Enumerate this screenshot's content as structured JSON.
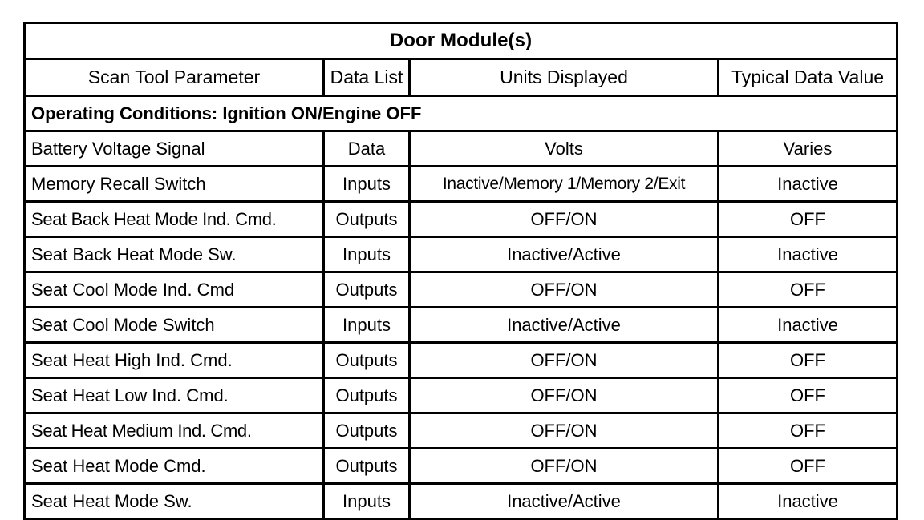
{
  "table": {
    "title": "Door Module(s)",
    "columns": [
      "Scan Tool Parameter",
      "Data List",
      "Units Displayed",
      "Typical Data Value"
    ],
    "section_label": "Operating Conditions: Ignition ON/Engine OFF",
    "rows": [
      {
        "parameter": "Battery Voltage Signal",
        "data_list": "Data",
        "units": "Volts",
        "typical_value": "Varies"
      },
      {
        "parameter": "Memory Recall Switch",
        "data_list": "Inputs",
        "units": "Inactive/Memory 1/Memory 2/Exit",
        "typical_value": "Inactive"
      },
      {
        "parameter": "Seat Back Heat Mode Ind. Cmd.",
        "data_list": "Outputs",
        "units": "OFF/ON",
        "typical_value": "OFF"
      },
      {
        "parameter": "Seat Back Heat Mode Sw.",
        "data_list": "Inputs",
        "units": "Inactive/Active",
        "typical_value": "Inactive"
      },
      {
        "parameter": "Seat Cool Mode Ind. Cmd",
        "data_list": "Outputs",
        "units": "OFF/ON",
        "typical_value": "OFF"
      },
      {
        "parameter": "Seat Cool Mode Switch",
        "data_list": "Inputs",
        "units": "Inactive/Active",
        "typical_value": "Inactive"
      },
      {
        "parameter": "Seat Heat High Ind. Cmd.",
        "data_list": "Outputs",
        "units": "OFF/ON",
        "typical_value": "OFF"
      },
      {
        "parameter": "Seat Heat Low Ind. Cmd.",
        "data_list": "Outputs",
        "units": "OFF/ON",
        "typical_value": "OFF"
      },
      {
        "parameter": "Seat Heat Medium Ind. Cmd.",
        "data_list": "Outputs",
        "units": "OFF/ON",
        "typical_value": "OFF"
      },
      {
        "parameter": "Seat Heat Mode Cmd.",
        "data_list": "Outputs",
        "units": "OFF/ON",
        "typical_value": "OFF"
      },
      {
        "parameter": "Seat Heat Mode Sw.",
        "data_list": "Inputs",
        "units": "Inactive/Active",
        "typical_value": "Inactive"
      }
    ]
  },
  "style": {
    "border_color": "#000000",
    "background_color": "#ffffff",
    "text_color": "#000000"
  }
}
